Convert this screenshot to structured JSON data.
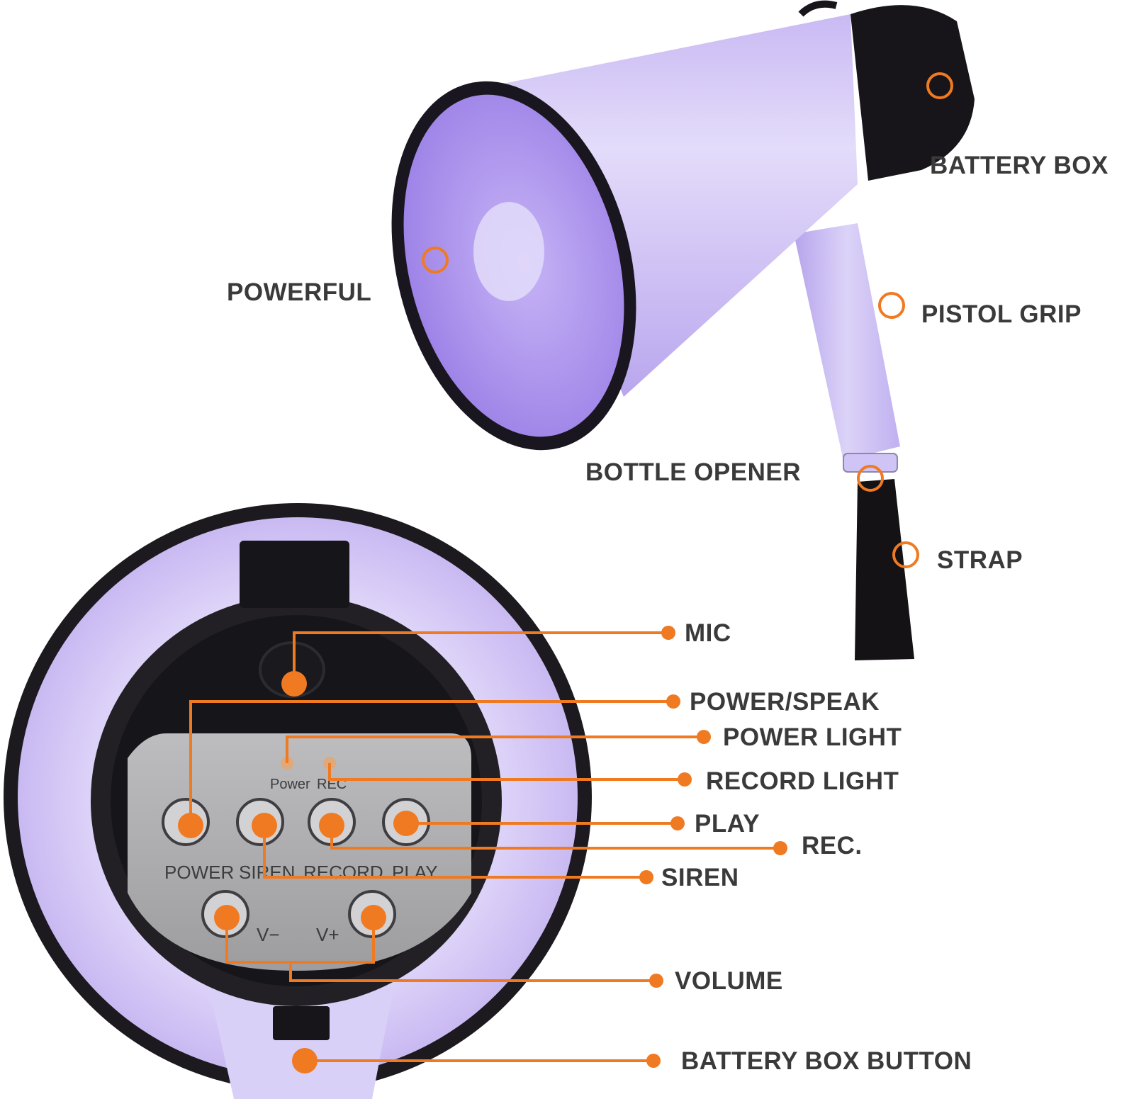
{
  "colors": {
    "accent": "#f07a22",
    "label": "#3a3a3a",
    "body_lavender": "#d8cdf6",
    "body_purple": "#b7a3ef",
    "rim": "#1e1a22",
    "panel": "#a9a9ab"
  },
  "callouts": {
    "battery_box": "BATTERY BOX",
    "powerful": "POWERFUL",
    "pistol_grip": "PISTOL GRIP",
    "bottle_opener": "BOTTLE OPENER",
    "strap": "STRAP",
    "mic": "MIC",
    "power_speak": "POWER/SPEAK",
    "power_light": "POWER LIGHT",
    "record_light": "RECORD LIGHT",
    "play": "PLAY",
    "rec": "REC.",
    "siren": "SIREN",
    "volume": "VOLUME",
    "battery_box_button": "BATTERY BOX BUTTON"
  },
  "panel": {
    "power_indicator": "Power",
    "rec_indicator": "REC",
    "buttons": [
      "POWER",
      "SIREN",
      "RECORD",
      "PLAY"
    ],
    "volume_down": "V−",
    "volume_up": "V+"
  }
}
